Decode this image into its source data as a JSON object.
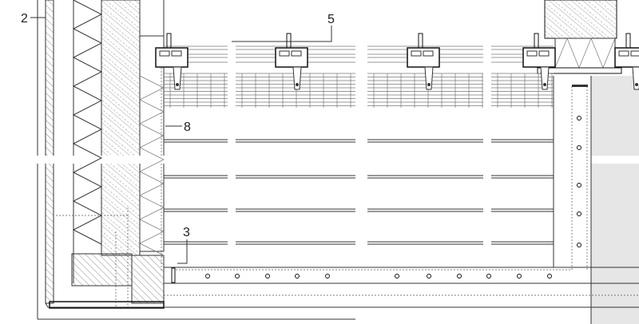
{
  "drawing": {
    "callouts": [
      {
        "id": "2",
        "text": "2"
      },
      {
        "id": "5",
        "text": "5"
      },
      {
        "id": "8",
        "text": "8"
      },
      {
        "id": "3",
        "text": "3"
      }
    ],
    "colors": {
      "line": "#333333",
      "panel": "#e6e6e6",
      "background": "#ffffff"
    }
  }
}
